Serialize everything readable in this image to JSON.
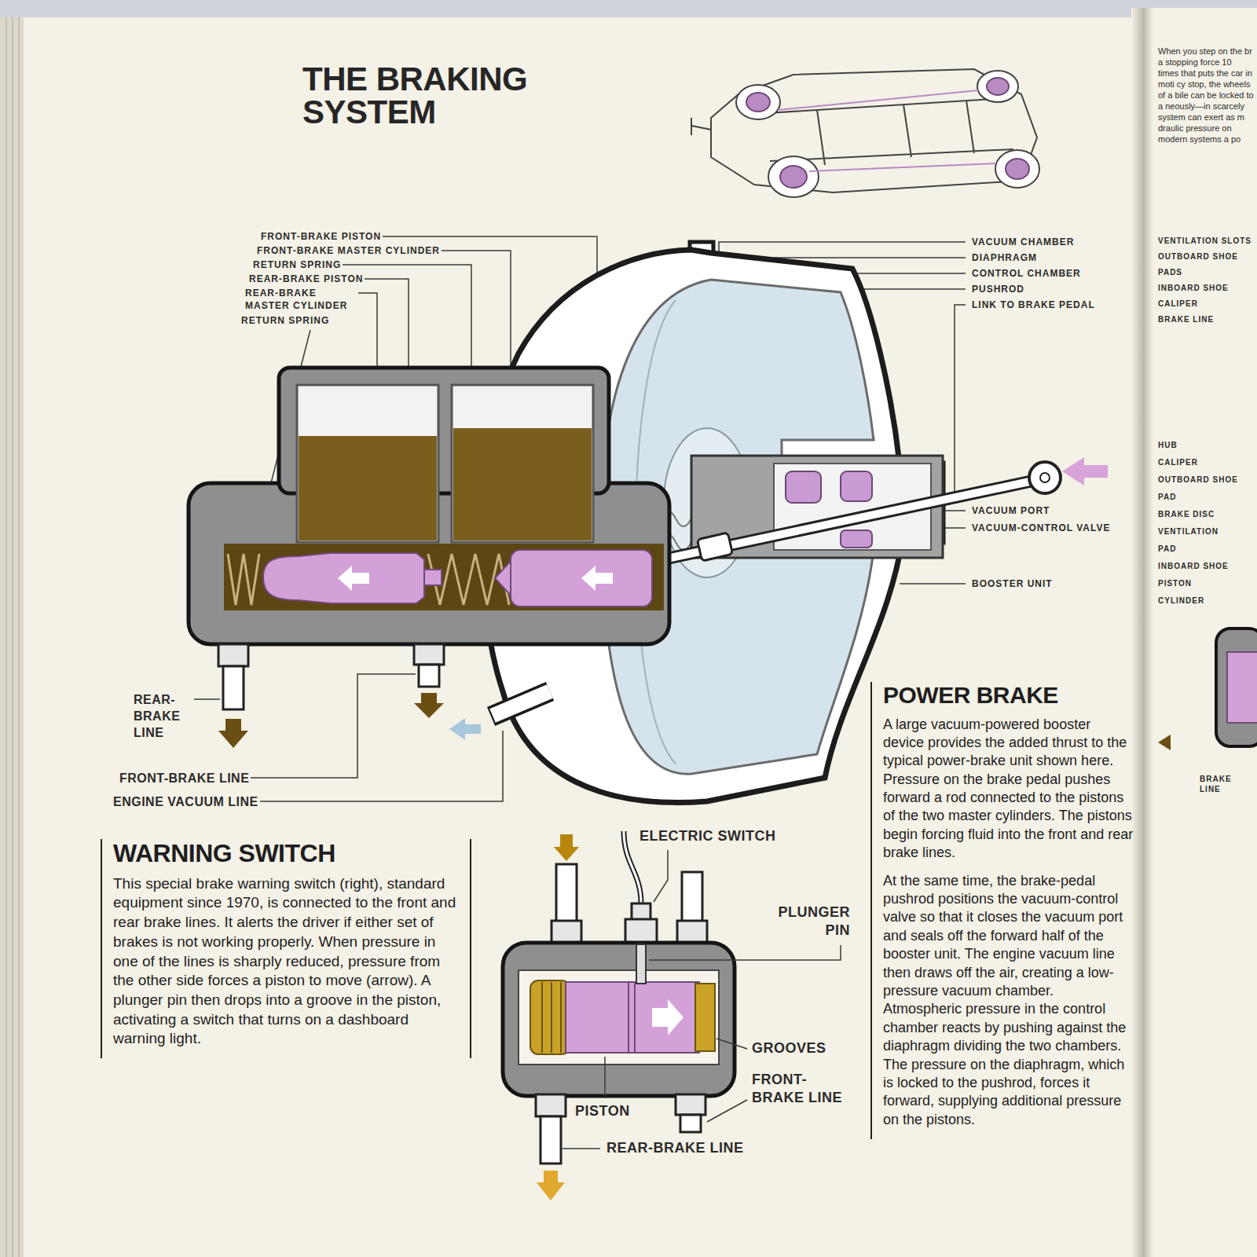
{
  "diagram": {
    "title": "THE BRAKING SYSTEM",
    "nodes": [
      {
        "text": [
          "POWER BRAKE",
          "A large vacuum-powered booster device provides the added thrust to the typical power-brake unit shown here. Pressure on the brake pedal pushes forward a rod connected to the pistons of the two master cylinders. The pistons begin forcing fluid into the front and rear brake lines.",
          "At the same time, the brake-pedal pushrod positions the vacuum-control valve so that it closes the vacuum port and seals off the forward half of the booster unit. The engine vacuum line then draws off the air, creating a low-pressure vacuum chamber. Atmospheric pressure in the control chamber reacts by pushing against the diaphragm dividing the two chambers. The pressure on the diaphragm, which is locked to the pushrod, forces it forward, supplying additional pressure on the pistons."
        ]
      },
      {
        "text": [
          "WARNING SWITCH",
          "This special brake warning switch (right), standard equipment since 1970, is connected to the front and rear brake lines. It alerts the driver if either set of brakes is not working properly. When pressure in one of the lines is sharply reduced, pressure from the other side forces a piston to move (arrow). A plunger pin then drops into a groove in the piston, activating a switch that turns on a dashboard warning light."
        ]
      }
    ],
    "labels": [
      "FRONT-BRAKE PISTON",
      "FRONT-BRAKE MASTER CYLINDER",
      "RETURN SPRING",
      "REAR-BRAKE PISTON",
      "REAR-BRAKE MASTER CYLINDER",
      "RETURN SPRING",
      "VACUUM CHAMBER",
      "DIAPHRAGM",
      "CONTROL CHAMBER",
      "PUSHROD",
      "LINK TO BRAKE PEDAL",
      "VACUUM PORT",
      "VACUUM-CONTROL VALVE",
      "BOOSTER UNIT",
      "REAR-BRAKE LINE",
      "FRONT-BRAKE LINE",
      "ENGINE VACUUM LINE",
      "ELECTRIC SWITCH",
      "PLUNGER PIN",
      "GROOVES",
      "FRONT-BRAKE LINE",
      "PISTON",
      "REAR-BRAKE LINE",
      "When you step on the br a stopping force 10 times that puts the car in moti cy stop, the wheels of a bile can be locked to a neously—in scarcely system can exert as m draulic pressure on modern systems a po",
      "VENTILATION SLOTS",
      "OUTBOARD SHOE",
      "PADS",
      "INBOARD SHOE",
      "CALIPER",
      "BRAKE LINE",
      "HUB",
      "CALIPER",
      "OUTBOARD SHOE",
      "PAD",
      "BRAKE DISC",
      "VENTILATION",
      "PAD",
      "INBOARD SHOE",
      "PISTON",
      "CYLINDER",
      "BRAKE LINE"
    ]
  }
}
